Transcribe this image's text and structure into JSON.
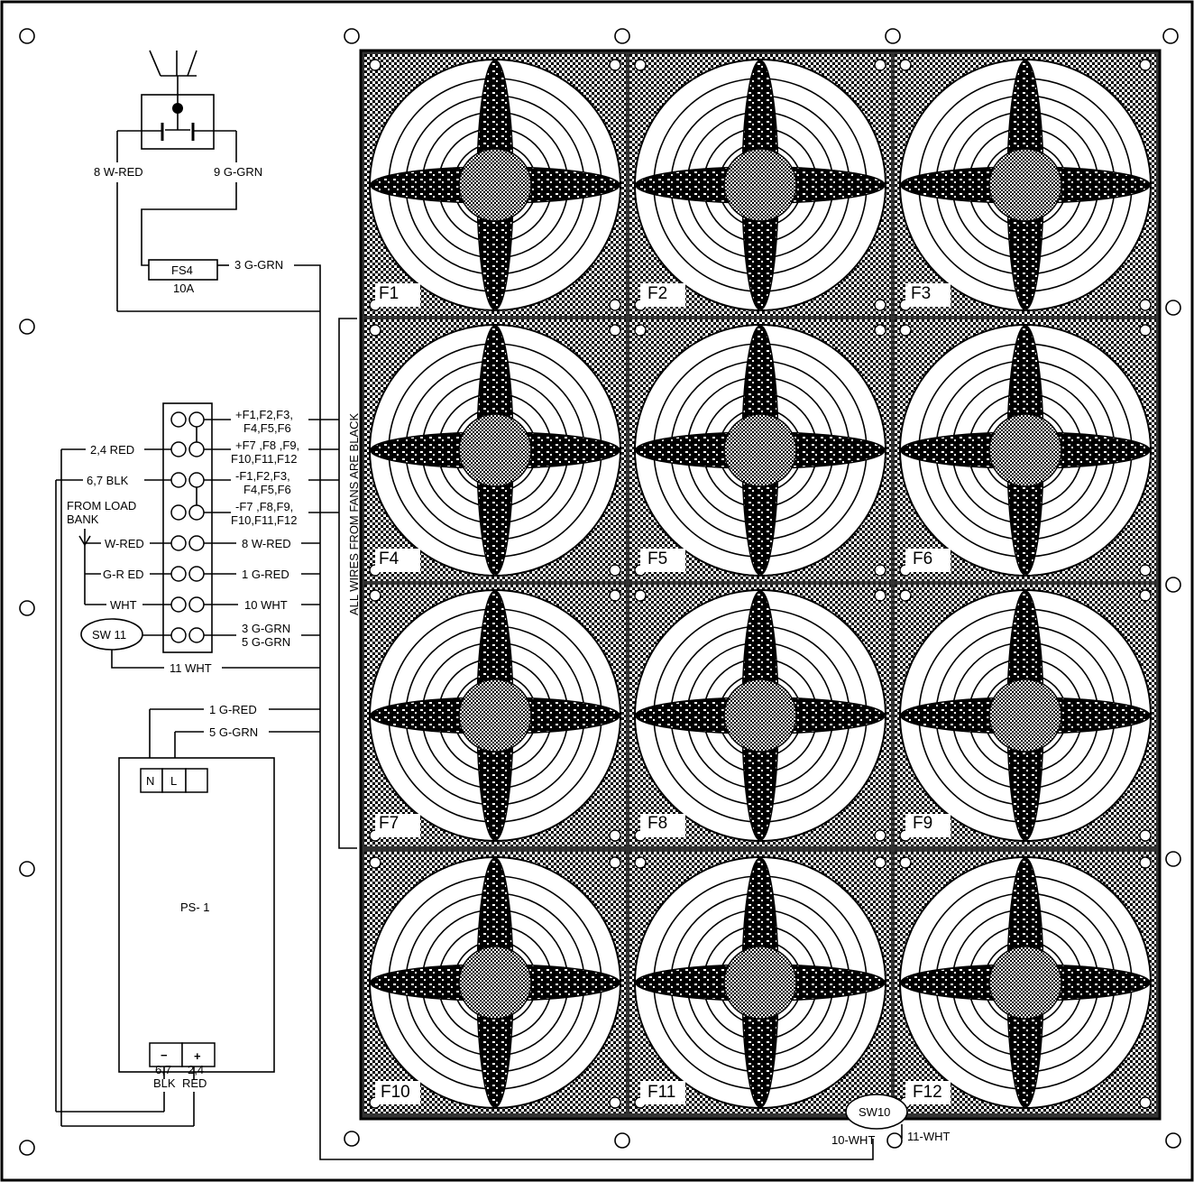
{
  "outlet": {
    "left_wire": "8 W-RED",
    "right_wire": "9 G-GRN"
  },
  "fuse": {
    "name": "FS4",
    "rating": "10A",
    "out_wire": "3 G-GRN"
  },
  "side_note": "ALL WIRES FROM FANS ARE BLACK",
  "terminal_right": [
    [
      "+F1,F2,F3,",
      "F4,F5,F6"
    ],
    [
      "+F7 ,F8 ,F9,",
      "F10,F11,F12"
    ],
    [
      "-F1,F2,F3,",
      "F4,F5,F6"
    ],
    [
      "-F7 ,F8,F9,",
      "F10,F11,F12"
    ],
    [
      "8 W-RED"
    ],
    [
      "1 G-RED"
    ],
    [
      "10 WHT"
    ],
    [
      "3 G-GRN",
      "5 G-GRN"
    ]
  ],
  "terminal_left": {
    "r1": "2,4 RED",
    "r2": "6,7 BLK",
    "load_bank_1": "FROM LOAD",
    "load_bank_2": "BANK",
    "r4": "W-RED",
    "r5": "G-R ED",
    "r6": "WHT",
    "sw11": "SW 11",
    "sw11_wire": "11 WHT"
  },
  "psu": {
    "name": "PS- 1",
    "in_wire_1": "1 G-RED",
    "in_wire_2": "5 G-GRN",
    "term_n": "N",
    "term_l": "L",
    "term_minus": "−",
    "term_plus": "+",
    "out_minus_1": "6,7",
    "out_minus_2": "BLK",
    "out_plus_1": "2,4",
    "out_plus_2": "RED"
  },
  "fans": [
    "F1",
    "F2",
    "F3",
    "F4",
    "F5",
    "F6",
    "F7",
    "F8",
    "F9",
    "F10",
    "F11",
    "F12"
  ],
  "sw10": {
    "name": "SW10",
    "wire_left": "10-WHT",
    "wire_right": "11-WHT"
  }
}
